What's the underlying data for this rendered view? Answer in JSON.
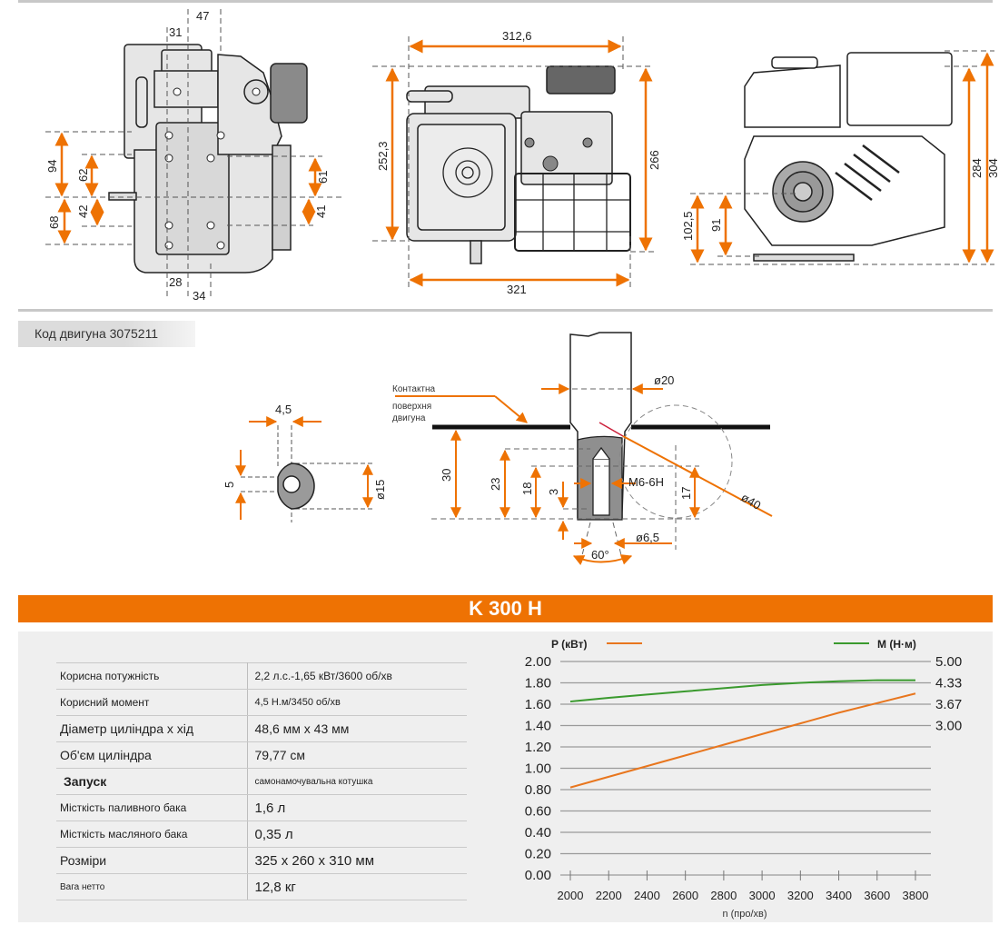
{
  "drawings": {
    "front_view": {
      "dims_top": [
        "31",
        "47"
      ],
      "dims_bottom": [
        "28",
        "34"
      ],
      "dims_left": [
        "94",
        "62",
        "42",
        "68"
      ],
      "dims_right": [
        "61",
        "41"
      ]
    },
    "top_view": {
      "width_top": "312,6",
      "width_bottom": "321",
      "height_left": "252,3",
      "height_right": "266"
    },
    "side_view": {
      "dims_left": [
        "102,5",
        "91"
      ],
      "dims_right": [
        "284",
        "304"
      ]
    },
    "shaft_key": {
      "key_width": "4,5",
      "key_height": "5",
      "diameter": "ø15"
    },
    "shaft_section": {
      "label_lines": [
        "Контактна",
        "поверхня",
        "двигуна"
      ],
      "shaft_diameter": "ø20",
      "thread": "M6-6H",
      "dims_left": [
        "30",
        "23",
        "18",
        "3"
      ],
      "dim_right": "17",
      "circle_diameter": "ø40",
      "hole_diameter": "ø6,5",
      "angle": "60°"
    }
  },
  "engine_code": "Код двигуна 3075211",
  "model": {
    "title": "K 300 H",
    "accent_color": "#ee7203"
  },
  "specs": [
    {
      "label": "Корисна потужність",
      "value": "2,2 л.с.-1,65 кВт/3600 об/хв"
    },
    {
      "label": "Корисний момент",
      "value": "4,5 Н.м/3450 об/хв"
    },
    {
      "label": "Діаметр циліндра х хід",
      "value": "48,6 мм х 43 мм"
    },
    {
      "label": "Об'єм циліндра",
      "value": "79,77 см"
    },
    {
      "label": "Запуск",
      "value": "самонамочувальна котушка"
    },
    {
      "label": "Місткість паливного бака",
      "value": "1,6 л"
    },
    {
      "label": "Місткість масляного бака",
      "value": "0,35 л"
    },
    {
      "label": "Розміри",
      "value": "325 х 260 х 310 мм"
    },
    {
      "label": "Вага нетто",
      "value": "12,8 кг"
    }
  ],
  "chart_data": {
    "type": "line",
    "title": "",
    "xlabel": "n (про/хв)",
    "ylabel_left": "P (кВт)",
    "ylabel_right": "M (Н·м)",
    "x": [
      2000,
      2200,
      2400,
      2600,
      2800,
      3000,
      3200,
      3400,
      3600,
      3800
    ],
    "x_tick_labels": [
      "2000",
      "2200",
      "2400",
      "2600",
      "2800",
      "3000",
      "3200",
      "3400",
      "3600",
      "3800"
    ],
    "xlim": [
      2000,
      3800
    ],
    "ylim_left": [
      0,
      2.0
    ],
    "y_tick_labels_left": [
      "0.00",
      "0.20",
      "0.40",
      "0.60",
      "0.80",
      "1.00",
      "1.20",
      "1.40",
      "1.60",
      "1.80",
      "2.00"
    ],
    "y_ticks_left": [
      0,
      0.2,
      0.4,
      0.6,
      0.8,
      1.0,
      1.2,
      1.4,
      1.6,
      1.8,
      2.0
    ],
    "y_tick_labels_right": [
      "5.00",
      "4.33",
      "3.67",
      "3.00"
    ],
    "y_ticks_right_at_left_scale": [
      2.0,
      1.8,
      1.6,
      1.4
    ],
    "grid": true,
    "legend_placement": "top",
    "series": [
      {
        "name": "P (кВт)",
        "axis": "left",
        "color": "#e8761e",
        "values": [
          0.82,
          0.92,
          1.02,
          1.12,
          1.22,
          1.32,
          1.42,
          1.52,
          1.61,
          1.7
        ]
      },
      {
        "name": "M (Н·м)",
        "axis": "right",
        "color": "#3a9a2e",
        "values_left_scale": [
          1.625,
          1.66,
          1.69,
          1.72,
          1.75,
          1.78,
          1.8,
          1.815,
          1.825,
          1.825
        ],
        "values": [
          3.75,
          3.87,
          3.97,
          4.07,
          4.17,
          4.27,
          4.33,
          4.38,
          4.42,
          4.42
        ]
      }
    ]
  }
}
